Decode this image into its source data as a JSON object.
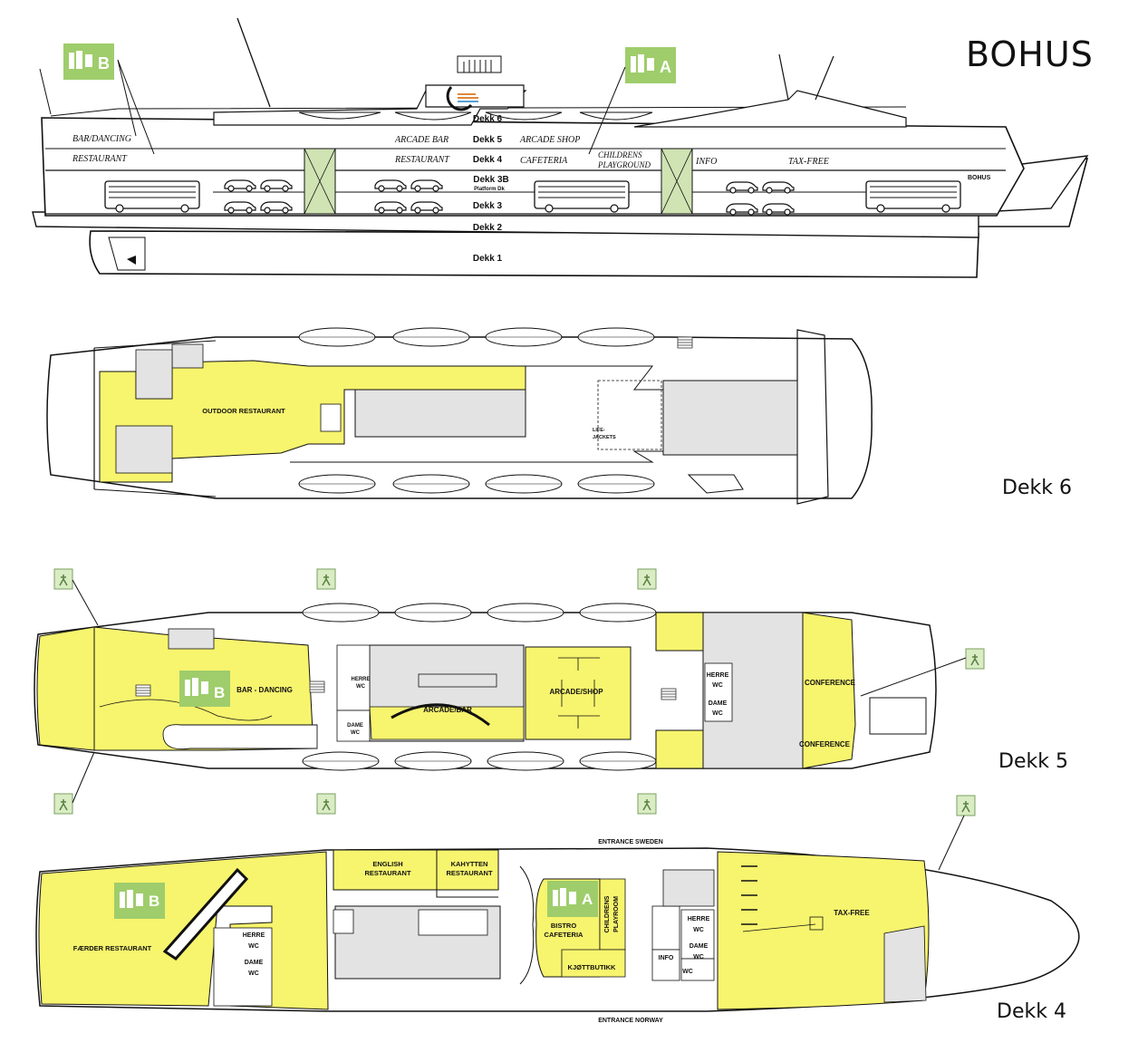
{
  "title": "BOHUS",
  "colors": {
    "room": "#f7f46e",
    "grey": "#e3e3e3",
    "lift": "#cfe3b3",
    "exit": "#d9ecc4",
    "icon": "#9fcd6b"
  },
  "side_view": {
    "ship_name": "BOHUS",
    "decks": [
      "Dekk 6",
      "Dekk 5",
      "Dekk 4",
      "Dekk 3B",
      "Platform Dk",
      "Dekk 3",
      "Dekk 2",
      "Dekk 1"
    ],
    "zones": [
      "BAR/DANCING",
      "RESTAURANT",
      "ARCADE BAR",
      "RESTAURANT",
      "ARCADE SHOP",
      "CAFETERIA",
      "CHILDRENS",
      "PLAYGROUND",
      "INFO",
      "TAX-FREE"
    ],
    "markers": [
      "B",
      "A"
    ]
  },
  "deck6": {
    "caption": "Dekk 6",
    "rooms": [
      "OUTDOOR RESTAURANT",
      "LIFE-",
      "JACKETS"
    ]
  },
  "deck5": {
    "caption": "Dekk 5",
    "rooms": [
      "BAR - DANCING",
      "HERRE",
      "WC",
      "DAME",
      "WC",
      "ARCADE/BAR",
      "ARCADE/SHOP",
      "HERRE",
      "WC",
      "DAME",
      "WC",
      "CONFERENCE",
      "CONFERENCE"
    ],
    "markers": [
      "B"
    ]
  },
  "deck4": {
    "caption": "Dekk 4",
    "rooms": [
      "ENGLISH",
      "RESTAURANT",
      "KAHYTTEN",
      "RESTAURANT",
      "FÆRDER RESTAURANT",
      "HERRE",
      "WC",
      "DAME",
      "WC",
      "BISTRO",
      "CAFETERIA",
      "CHILDRENS",
      "PLAYROOM",
      "KJØTTBUTIKK",
      "HERRE",
      "WC",
      "DAME",
      "WC",
      "INFO",
      "WC",
      "TAX-FREE"
    ],
    "entrances": [
      "ENTRANCE SWEDEN",
      "ENTRANCE NORWAY"
    ],
    "markers": [
      "B",
      "A"
    ]
  }
}
